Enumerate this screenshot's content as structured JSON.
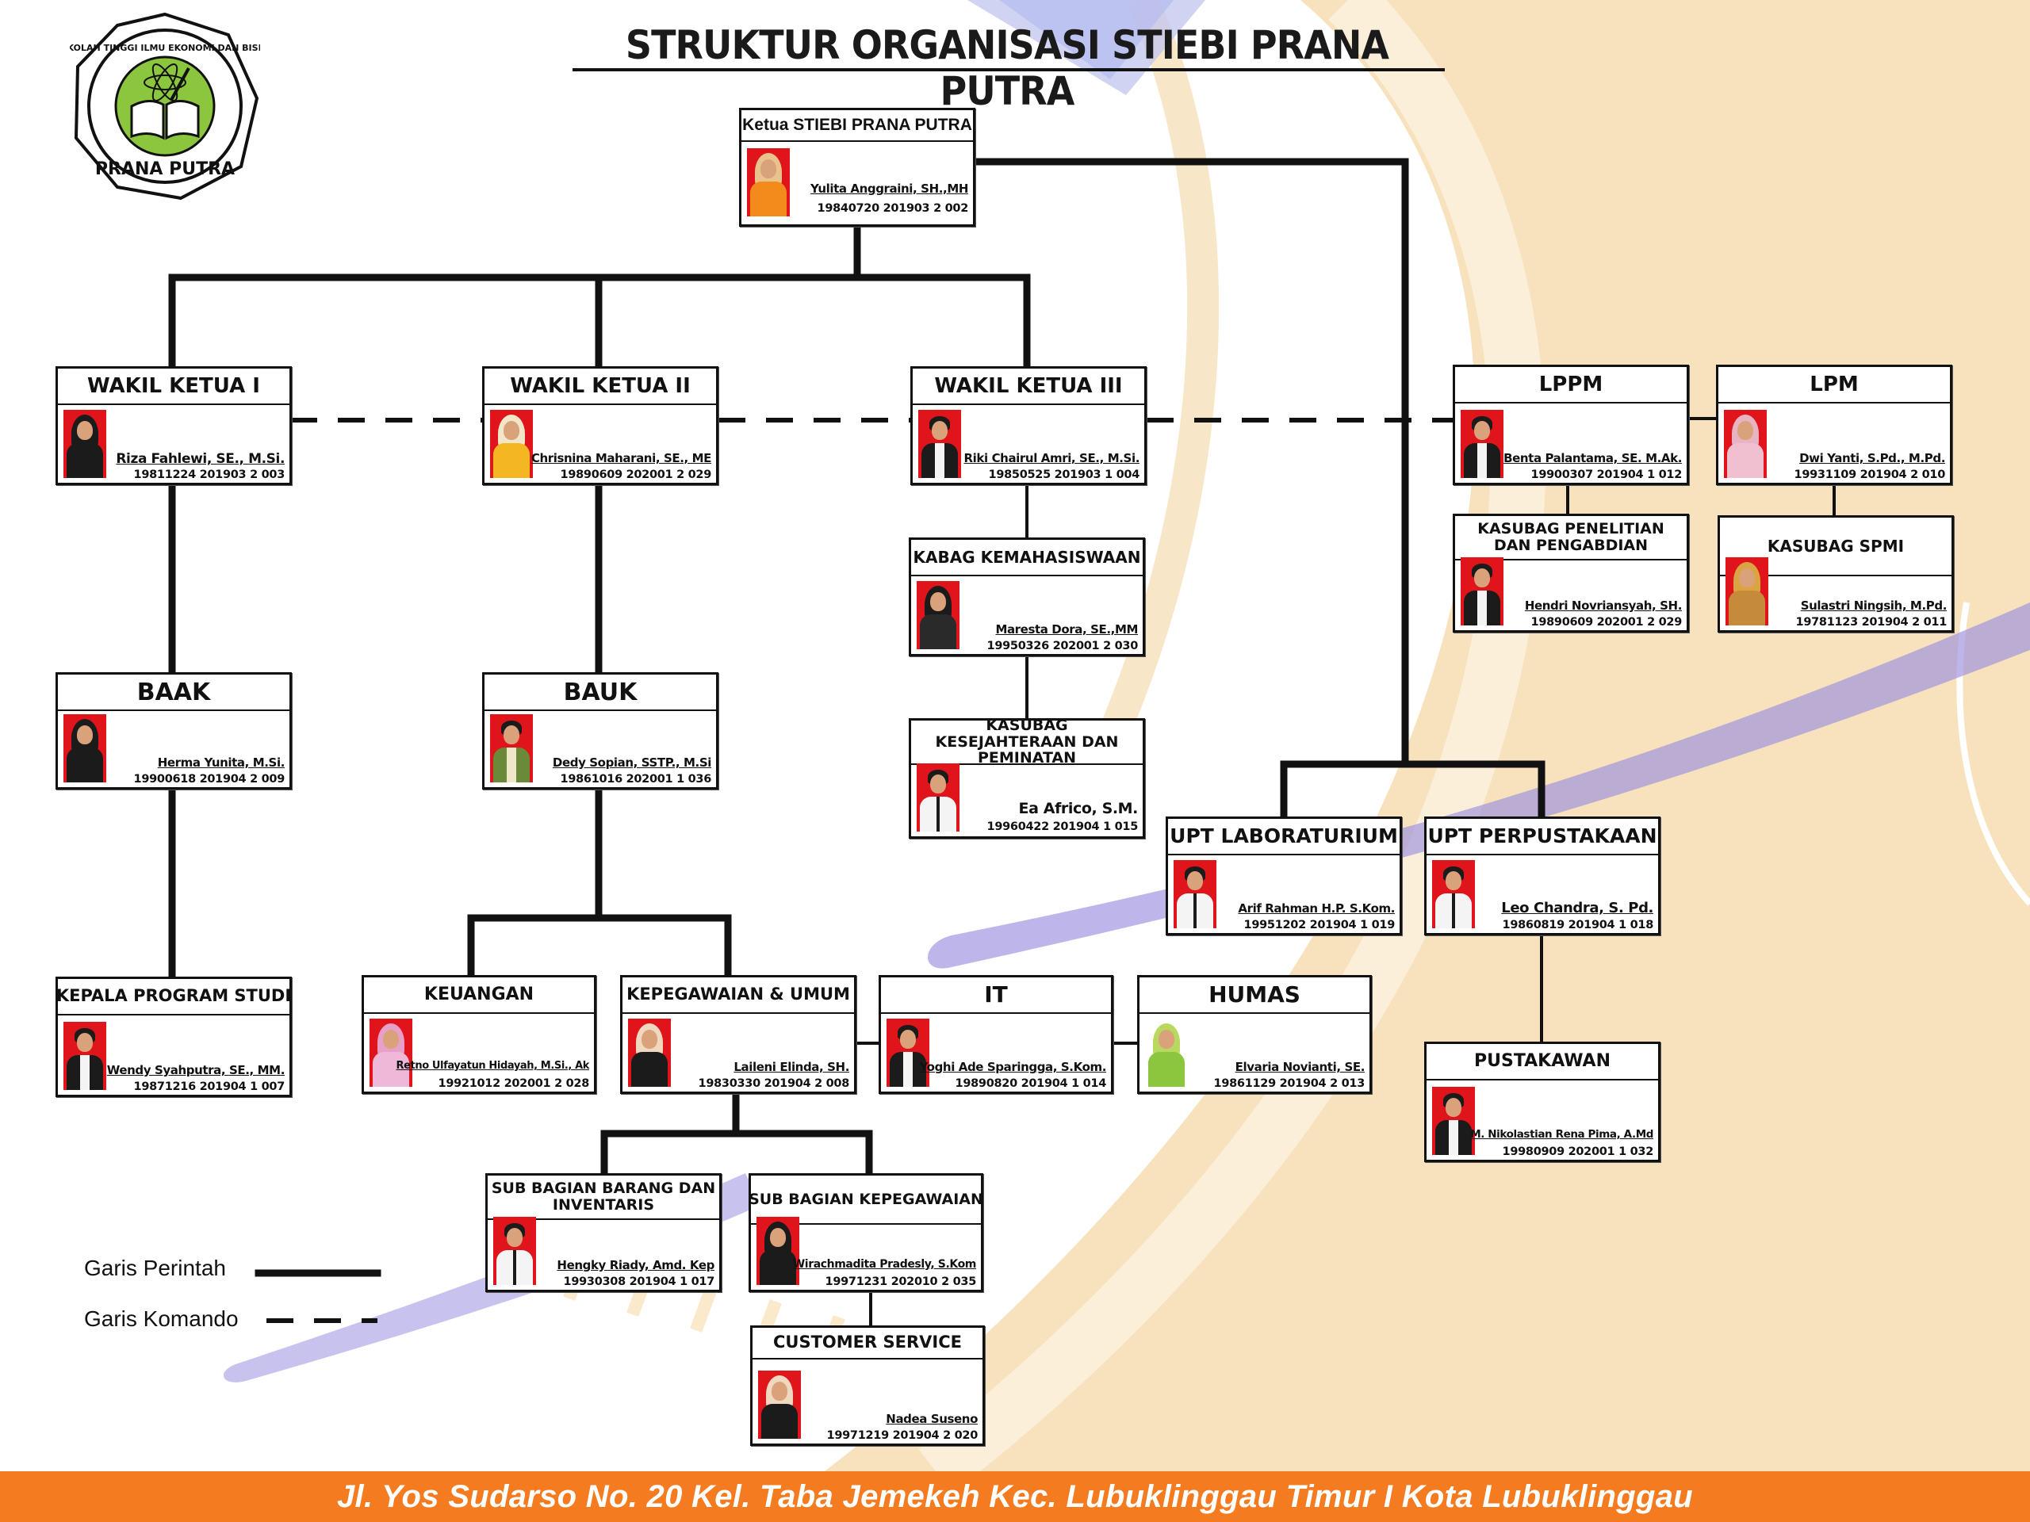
{
  "title": "STRUKTUR ORGANISASI STIEBI PRANA PUTRA",
  "logo": {
    "ring_text": "SEKOLAH TINGGI ILMU EKONOMI DAN BISNIS",
    "bottom_text": "PRANA PUTRA",
    "colors": {
      "outer": "#ffffff",
      "inner": "#8cc63f",
      "border": "#111111"
    }
  },
  "colors": {
    "photo_bg": "#e0141b",
    "footer_bg": "#f47b20",
    "bg_band": "#f7e2bd",
    "swoosh": "#9b8fe0"
  },
  "ketua": {
    "title": "Ketua STIEBI PRANA PUTRA",
    "name": "Yulita Anggraini, SH.,MH",
    "id": "19840720 201903 2 002"
  },
  "wakil1": {
    "title": "WAKIL KETUA I",
    "name": "Riza Fahlewi, SE., M.Si.",
    "id": "19811224 201903 2 003"
  },
  "wakil2": {
    "title": "WAKIL KETUA II",
    "name": "Chrisnina Maharani, SE., ME",
    "id": "19890609 202001 2 029"
  },
  "wakil3": {
    "title": "WAKIL KETUA III",
    "name": "Riki Chairul Amri, SE., M.Si.",
    "id": "19850525 201903 1 004"
  },
  "lppm": {
    "title": "LPPM",
    "name": "Benta Palantama, SE. M.Ak.",
    "id": "19900307 201904 1 012"
  },
  "lpm": {
    "title": "LPM",
    "name": "Dwi Yanti, S.Pd., M.Pd.",
    "id": "19931109 201904 2 010"
  },
  "kasubag_penelitian": {
    "title": "KASUBAG PENELITIAN DAN PENGABDIAN",
    "name": "Hendri Novriansyah, SH.",
    "id": "19890609 202001 2 029"
  },
  "kasubag_spmi": {
    "title": "KASUBAG SPMI",
    "name": "Sulastri Ningsih, M.Pd.",
    "id": "19781123 201904 2 011"
  },
  "kabag_kemahasiswaan": {
    "title": "KABAG KEMAHASISWAAN",
    "name": "Maresta Dora, SE.,MM",
    "id": "19950326 202001 2 030"
  },
  "kasubag_kesejahteraan": {
    "title": "KASUBAG KESEJAHTERAAN DAN PEMINATAN",
    "name": "Ea Africo, S.M.",
    "id": "19960422 201904 1 015"
  },
  "baak": {
    "title": "BAAK",
    "name": "Herma Yunita, M.Si.",
    "id": "19900618 201904 2 009"
  },
  "bauk": {
    "title": "BAUK",
    "name": "Dedy Sopian, SSTP., M.Si",
    "id": "19861016 202001 1 036"
  },
  "upt_lab": {
    "title": "UPT LABORATURIUM",
    "name": "Arif Rahman H.P. S.Kom.",
    "id": "19951202 201904 1 019"
  },
  "upt_pustaka": {
    "title": "UPT PERPUSTAKAAN",
    "name": "Leo Chandra, S. Pd.",
    "id": "19860819 201904 1 018"
  },
  "kaprodi": {
    "title": "KEPALA PROGRAM STUDI",
    "name": "Wendy Syahputra, SE., MM.",
    "id": "19871216 201904 1 007"
  },
  "keuangan": {
    "title": "KEUANGAN",
    "name": "Retno Ulfayatun Hidayah, M.Si., Ak",
    "id": "19921012 202001 2 028"
  },
  "kepegawaian_umum": {
    "title": "KEPEGAWAIAN & UMUM",
    "name": "Laileni Elinda, SH.",
    "id": "19830330 201904 2 008"
  },
  "it": {
    "title": "IT",
    "name": "Yoghi Ade Sparingga, S.Kom.",
    "id": "19890820 201904 1 014"
  },
  "humas": {
    "title": "HUMAS",
    "name": "Elvaria Novianti, SE.",
    "id": "19861129 201904 2 013"
  },
  "pustakawan": {
    "title": "PUSTAKAWAN",
    "name": "M. Nikolastian Rena Pima, A.Md",
    "id": "19980909 202001 1 032"
  },
  "sub_barang": {
    "title": "SUB BAGIAN BARANG DAN INVENTARIS",
    "name": "Hengky Riady, Amd. Kep",
    "id": "19930308 201904 1 017"
  },
  "sub_kepegawaian": {
    "title": "SUB BAGIAN KEPEGAWAIAN",
    "name": "Wirachmadita Pradesly, S.Kom",
    "id": "19971231 202010 2 035"
  },
  "customer_service": {
    "title": "CUSTOMER SERVICE",
    "name": "Nadea Suseno",
    "id": "19971219 201904 2 020"
  },
  "legend": {
    "command": "Garis Perintah",
    "coordination": "Garis Komando"
  },
  "footer": "Jl. Yos Sudarso No. 20 Kel. Taba Jemekeh Kec. Lubuklinggau Timur I Kota Lubuklinggau"
}
